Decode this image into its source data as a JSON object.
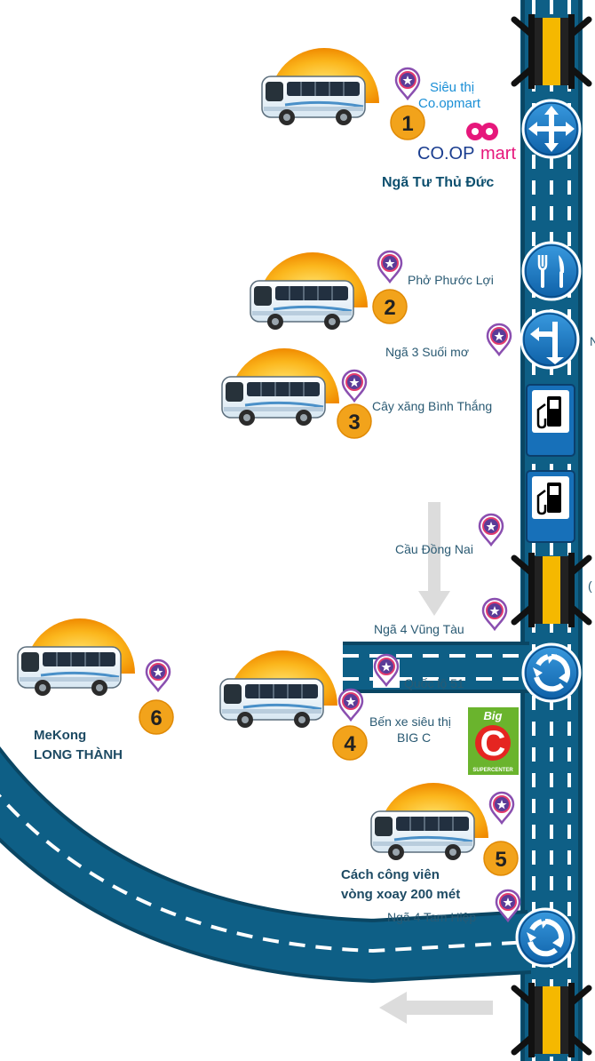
{
  "stops": [
    {
      "number": "1",
      "name_line1": "Siêu thị",
      "name_line2": "Co.opmart",
      "landmark": "Ngã Tư Thủ Đức"
    },
    {
      "number": "2",
      "name": "Phở Phước Lợi"
    },
    {
      "number": "3",
      "name": "Cây xăng Bình Thắng"
    },
    {
      "number": "4",
      "name_line1": "Bến xe siêu thị",
      "name_line2": "BIG C"
    },
    {
      "number": "5",
      "desc_line1": "Cách công viên",
      "desc_line2": "vòng xoay 200 mét"
    },
    {
      "number": "6",
      "name_line1": "MeKong",
      "name_line2": "LONG THÀNH"
    }
  ],
  "places": {
    "suoi_mo": "Ngã 3 Suối mơ",
    "dong_nai_bridge": "Cầu Đồng Nai",
    "vung_tau": "Ngã 4 Vũng Tàu",
    "highway": "Quốc lộ 51",
    "tam_hiep": "Ngã 4 Tam Hiệp"
  },
  "logos": {
    "coop_co": "CO.OP",
    "coop_mart": "mart",
    "bigc_big": "Big",
    "bigc_c": "C",
    "bigc_super": "SUPERCENTER"
  },
  "edge_marks": {
    "n": "N",
    "paren": "("
  },
  "icons": {
    "crossroad": "crossroad-arrows-icon",
    "restaurant": "fork-knife-icon",
    "turn": "turn-left-icon",
    "fuel": "fuel-pump-icon",
    "roundabout": "roundabout-icon",
    "bus": "bus-icon",
    "pin": "location-pin-icon"
  },
  "colors": {
    "road": "#0e5f86",
    "road_dark": "#0a4663",
    "sun": "#f6a800",
    "badge": "#f2a31b",
    "sign": "#1670b8"
  }
}
